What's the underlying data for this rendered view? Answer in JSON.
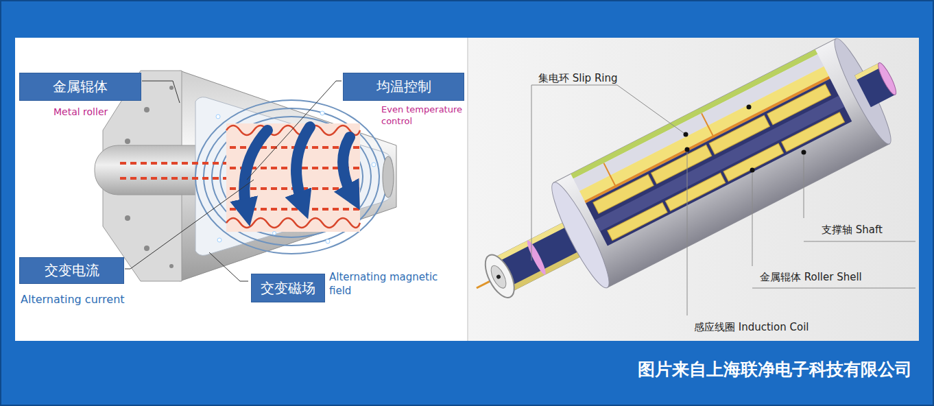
{
  "diagram": {
    "caption": "图片来自上海联净电子科技有限公司",
    "nodes": [
      {
        "text": [
          "金属辊体",
          "Metal roller"
        ]
      },
      {
        "text": [
          "均温控制",
          "Even temperature control"
        ]
      },
      {
        "text": [
          "交变电流",
          "Alternating current"
        ]
      },
      {
        "text": [
          "交变磁场",
          "Alternating magnetic field"
        ]
      }
    ],
    "labels": [
      "集电环 Slip Ring",
      "支撑轴 Shaft",
      "金属辊体 Roller Shell",
      "感应线圈 Induction Coil"
    ]
  }
}
